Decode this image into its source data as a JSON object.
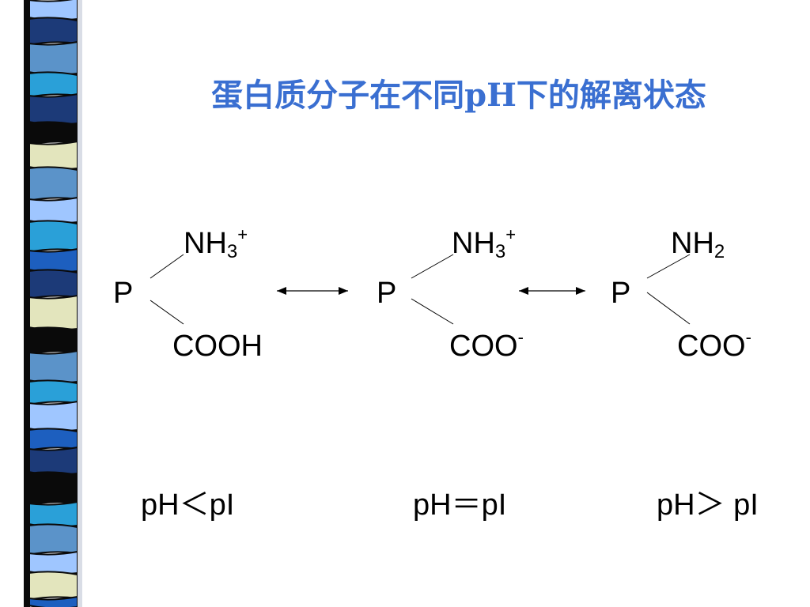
{
  "title": "蛋白质分子在不同pH下的解离状态",
  "colors": {
    "title": "#3a6fd1",
    "stripe": [
      "#1c3a78",
      "#9fc6ff",
      "#5b93c9",
      "#0a0a0a",
      "#e3e5bd",
      "#1d5fbf",
      "#2aa0d8",
      "#4e87a6"
    ]
  },
  "states": [
    {
      "center": "P",
      "top": {
        "base": "NH",
        "sub": "3",
        "sup": "+"
      },
      "bottom": {
        "base": "COOH",
        "sup": ""
      },
      "condition": "pH＜pI"
    },
    {
      "center": "P",
      "top": {
        "base": "NH",
        "sub": "3",
        "sup": "+"
      },
      "bottom": {
        "base": "COO",
        "sup": "-"
      },
      "condition": "pH＝pI"
    },
    {
      "center": "P",
      "top": {
        "base": "NH",
        "sub": "2",
        "sup": ""
      },
      "bottom": {
        "base": "COO",
        "sup": "-"
      },
      "condition": "pH＞ pI"
    }
  ],
  "equilibria": [
    {
      "from": 1,
      "to": 2,
      "symbol": "double-headed-arrow"
    },
    {
      "from": 2,
      "to": 3,
      "symbol": "double-headed-arrow"
    }
  ]
}
